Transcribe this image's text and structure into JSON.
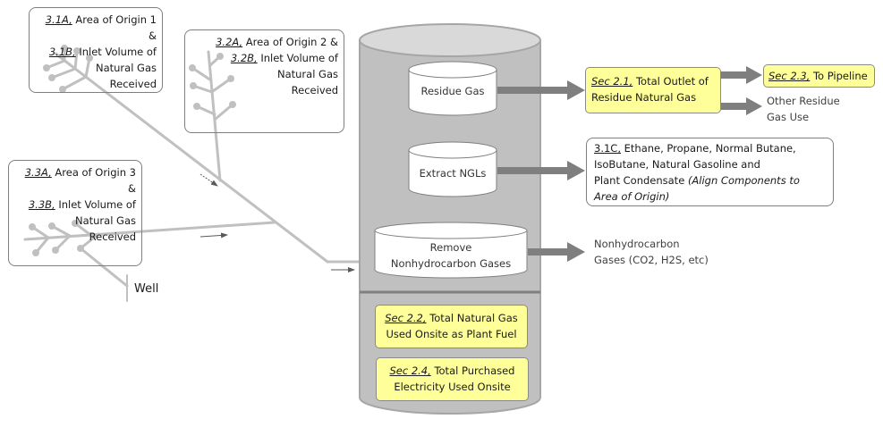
{
  "origins": [
    {
      "area_ref": "3.1A,",
      "area_text": " Area of Origin 1 &",
      "inlet_ref": "3.1B,",
      "inlet_text": " Inlet Volume of",
      "line3": "Natural Gas",
      "line4": "Received"
    },
    {
      "area_ref": "3.2A,",
      "area_text": " Area of Origin 2 &",
      "inlet_ref": "3.2B,",
      "inlet_text": " Inlet Volume of",
      "line3": "Natural Gas",
      "line4": "Received"
    },
    {
      "area_ref": "3.3A,",
      "area_text": " Area of Origin 3 &",
      "inlet_ref": "3.3B,",
      "inlet_text": " Inlet Volume of",
      "line3": "Natural Gas",
      "line4": "Received"
    }
  ],
  "well_label": "Well",
  "plant": {
    "residue_gas": "Residue Gas",
    "extract_ngls": "Extract NGLs",
    "remove_line1": "Remove",
    "remove_line2": "Nonhydrocarbon Gases",
    "plant_fuel": {
      "ref": "Sec 2.2,",
      "text": " Total Natural Gas",
      "line2": "Used Onsite as Plant Fuel"
    },
    "electricity": {
      "ref": "Sec 2.4,",
      "text": " Total Purchased",
      "line2": "Electricity Used Onsite"
    }
  },
  "outputs": {
    "total_outlet": {
      "ref": "Sec 2.1,",
      "text": " Total Outlet of",
      "line2": "Residue Natural Gas"
    },
    "pipeline": {
      "ref": "Sec 2.3,",
      "text": " To Pipeline"
    },
    "other_residue": {
      "line1": "Other Residue",
      "line2": "Gas Use"
    },
    "ngl": {
      "ref": "3.1C,",
      "line1": " Ethane, Propane, Normal Butane,",
      "line2": "IsoButane, Natural Gasoline and",
      "line3_plain": "Plant Condensate ",
      "line3_italic": "(Align Components to",
      "line4_italic": "Area of Origin)"
    },
    "nonhydrocarbon": {
      "line1": "Nonhydrocarbon",
      "line2": "Gases (CO2, H2S, etc)"
    }
  },
  "colors": {
    "pipe": "#c0c0c0",
    "plant_body": "#c0c0c0",
    "arrow": "#7f7f7f",
    "highlight": "#ffff99"
  }
}
